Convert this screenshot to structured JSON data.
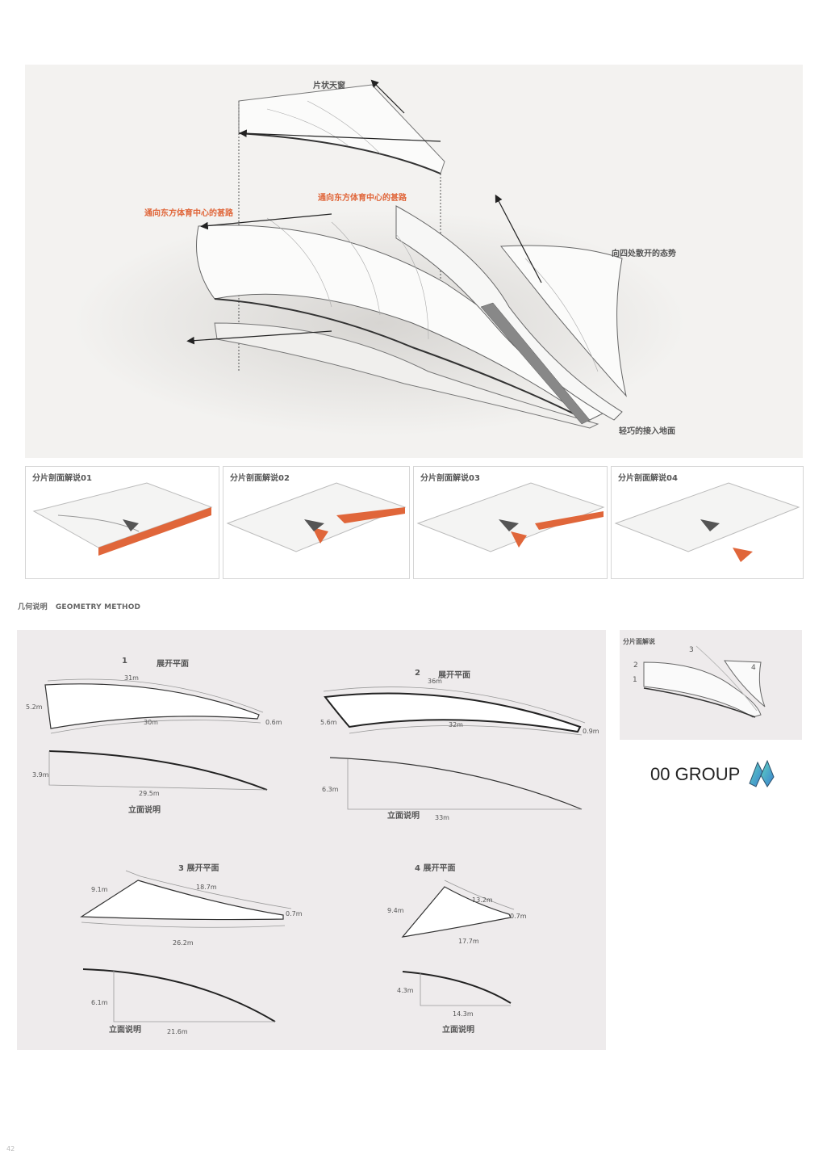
{
  "hero": {
    "labels": {
      "skylight": "片状天窗",
      "path_left": "通向东方体育中心的甚路",
      "path_center": "通向东方体育中心的甚路",
      "spread": "向四处散开的态势",
      "ground": "轻巧的接入地面"
    }
  },
  "panels": [
    {
      "title": "分片剖面解说01"
    },
    {
      "title": "分片剖面解说02"
    },
    {
      "title": "分片剖面解说03"
    },
    {
      "title": "分片剖面解说04"
    }
  ],
  "section": {
    "cn": "几何说明",
    "en": "GEOMETRY METHOD"
  },
  "geometry": {
    "p1": {
      "num": "1",
      "title": "展开平面",
      "top": "31m",
      "left": "5.2m",
      "bottom": "30m",
      "right": "0.6m",
      "el_h": "3.9m",
      "el_w": "29.5m",
      "el_title": "立面说明"
    },
    "p2": {
      "num": "2",
      "title": "展开平面",
      "top": "36m",
      "left": "5.6m",
      "bottom": "32m",
      "right": "0.9m",
      "el_h": "6.3m",
      "el_w": "33m",
      "el_title": "立面说明"
    },
    "p3": {
      "title": "3  展开平面",
      "left": "9.1m",
      "top": "18.7m",
      "right": "0.7m",
      "bottom": "26.2m",
      "el_h": "6.1m",
      "el_w": "21.6m",
      "el_title": "立面说明"
    },
    "p4": {
      "title": "4 展开平面",
      "left": "9.4m",
      "top": "13.2m",
      "right": "0.7m",
      "bottom": "17.7m",
      "el_h": "4.3m",
      "el_w": "14.3m",
      "el_title": "立面说明"
    }
  },
  "mini": {
    "title": "分片面解说",
    "n1": "1",
    "n2": "2",
    "n3": "3",
    "n4": "4"
  },
  "brand": {
    "name": "00 GROUP"
  },
  "page": {
    "number": "42"
  },
  "colors": {
    "accent": "#e0663a",
    "hero_bg": "#f3f2f0",
    "geo_bg": "#eeebec"
  }
}
